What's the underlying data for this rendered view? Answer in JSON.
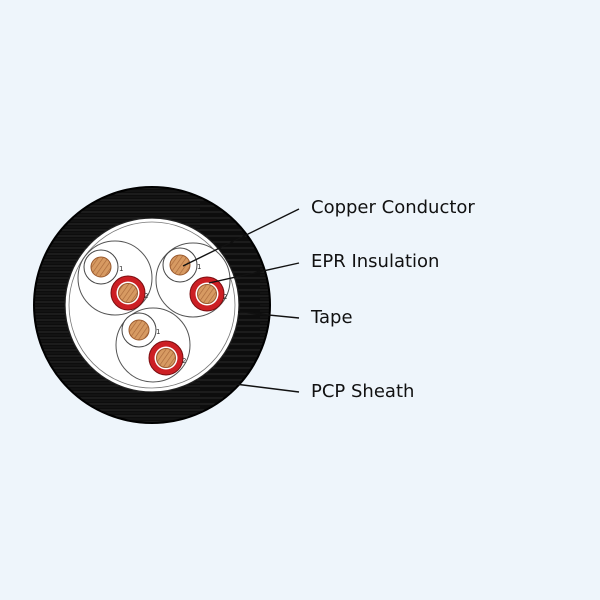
{
  "labels": {
    "copper_conductor": "Copper Conductor",
    "epr_insulation": "EPR Insulation",
    "tape": "Tape",
    "pcp_sheath": "PCP Sheath"
  },
  "pairs": [
    {
      "numbers": [
        "1",
        "2"
      ]
    },
    {
      "numbers": [
        "1",
        "2"
      ]
    },
    {
      "numbers": [
        "1",
        "2"
      ]
    }
  ],
  "colors": {
    "background": "#eef5fb",
    "sheath": "#111111",
    "tape": "#ffffff",
    "copper": "#c98a55",
    "insulation_natural": "#ffffff",
    "insulation_red": "#cc1f24",
    "leader_line": "#111111"
  }
}
